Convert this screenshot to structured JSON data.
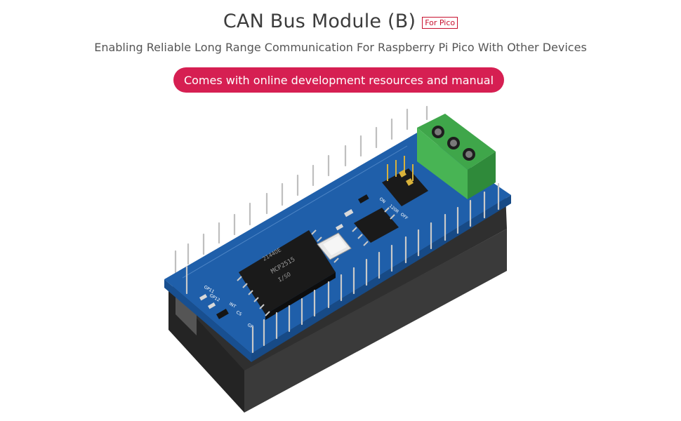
{
  "header": {
    "title": "CAN Bus Module (B)",
    "badge": "For Pico",
    "subtitle": "Enabling Reliable Long Range Communication For Raspberry Pi Pico With Other Devices",
    "cta_label": "Comes with online development resources and manual"
  },
  "board": {
    "chip_main_line1": "MCP2515",
    "chip_main_line2": "I/SO",
    "chip_main_line3": "2144OE",
    "jumper_labels": [
      "ON",
      "120R",
      "OFF"
    ],
    "pin_labels": [
      "GP11",
      "GP12",
      "INT",
      "CS",
      "GP"
    ]
  },
  "colors": {
    "accent": "#d61f52",
    "badge": "#c8102e",
    "pcb": "#1f5faa",
    "header_block": "#3a3a3a",
    "terminal": "#3fa64a"
  }
}
